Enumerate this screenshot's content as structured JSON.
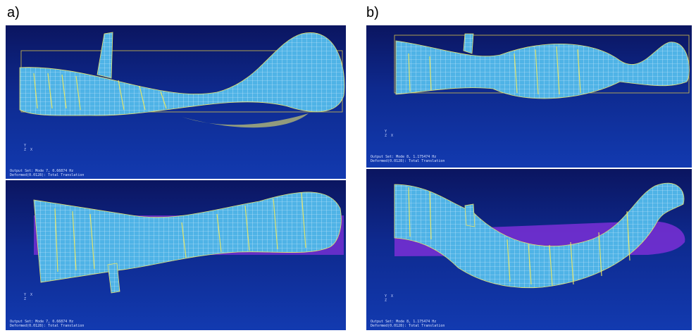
{
  "labels": {
    "a": "a)",
    "b": "b)"
  },
  "colors": {
    "mesh_fill": "#4fb3e6",
    "mesh_line": "#e8e36a",
    "rest_shape": "#7a2fd6",
    "bbox": "#d8c24a",
    "background_top": "#0b1560",
    "background_bottom": "#123ab0"
  },
  "panels": {
    "a_top": {
      "caption_line1": "Output Set: Mode 7, 0.66874 Hz",
      "caption_line2": "Deformed(0.0128): Total Translation"
    },
    "a_bottom": {
      "caption_line1": "Output Set: Mode 7, 0.66874 Hz",
      "caption_line2": "Deformed(0.0128): Total Translation"
    },
    "b_top": {
      "caption_line1": "Output Set: Mode 8, 1.175474 Hz",
      "caption_line2": "Deformed(0.0128): Total Translation"
    },
    "b_bottom": {
      "caption_line1": "Output Set: Mode 8, 1.175474 Hz",
      "caption_line2": "Deformed(0.0128): Total Translation"
    }
  }
}
